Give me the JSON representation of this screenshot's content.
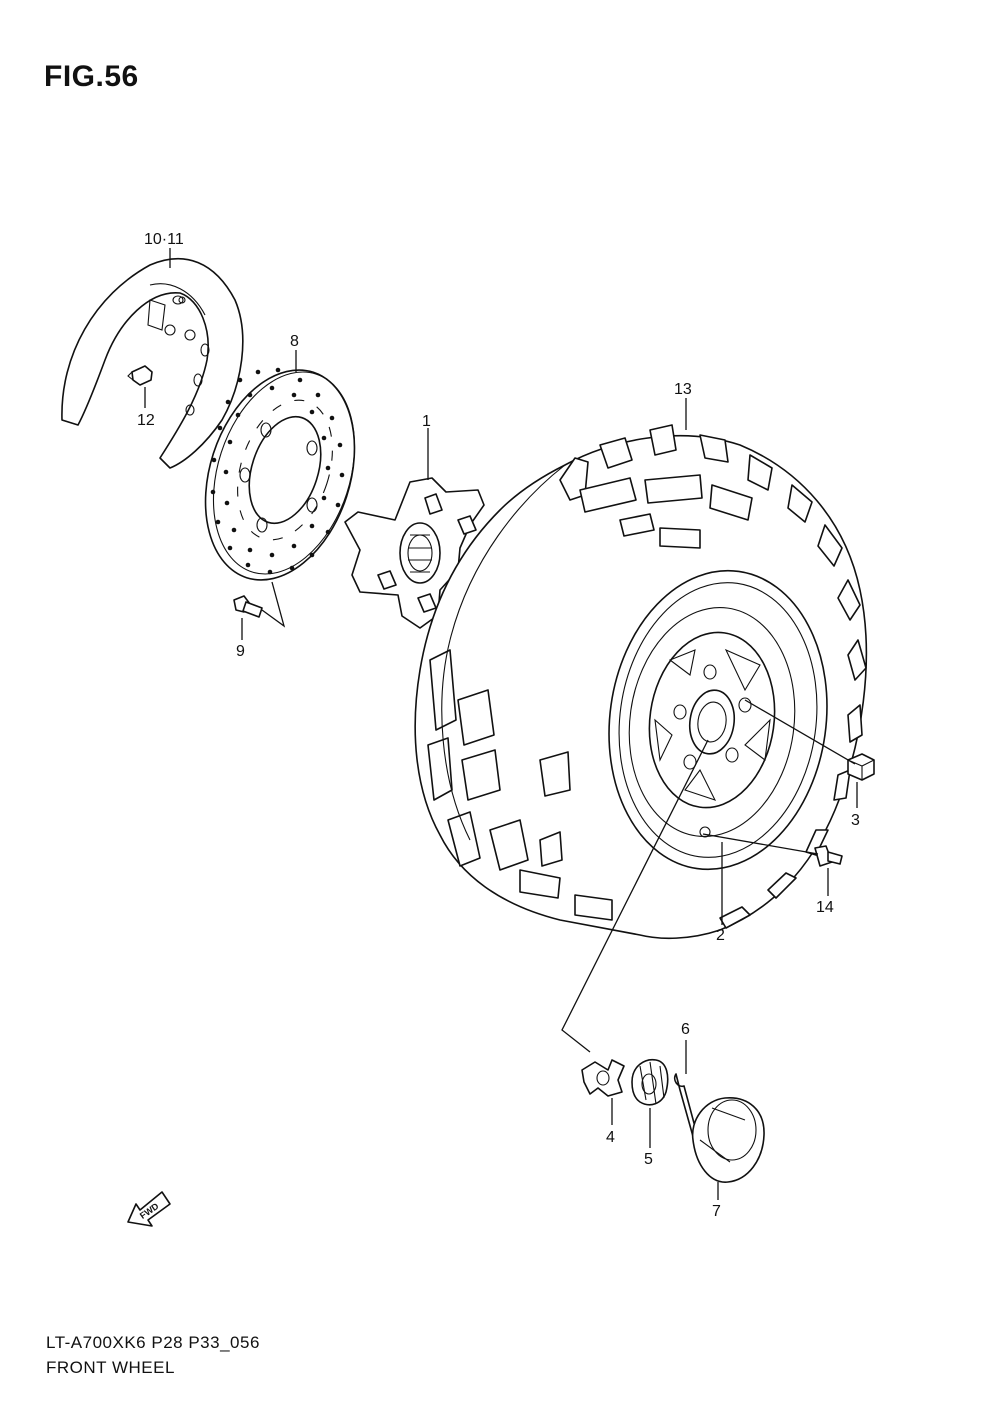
{
  "figure": {
    "title": "FIG.56",
    "model_code": "LT-A700XK6 P28 P33_056",
    "section_name": "FRONT WHEEL"
  },
  "callouts": {
    "c1": "1",
    "c2": "2",
    "c3": "3",
    "c4": "4",
    "c5": "5",
    "c6": "6",
    "c7": "7",
    "c8": "8",
    "c9": "9",
    "c10_11": "10·11",
    "c12": "12",
    "c13": "13",
    "c14": "14"
  },
  "fwd_arrow": {
    "label": "FWD",
    "icon": "forward-arrow-icon"
  },
  "colors": {
    "line": "#111111",
    "background": "#ffffff"
  }
}
